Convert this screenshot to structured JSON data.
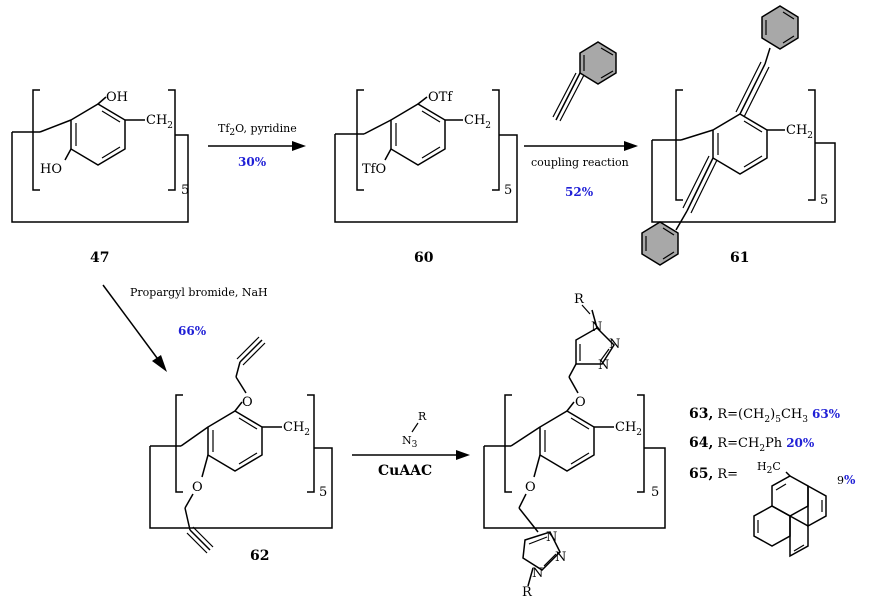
{
  "compounds": {
    "c47": {
      "label": "47",
      "oh_top": "OH",
      "oh_bottom": "HO",
      "ch2": "CH",
      "ch2_sub": "2",
      "n": "5"
    },
    "c60": {
      "label": "60",
      "otf_top": "OTf",
      "otf_bottom": "TfO",
      "ch2": "CH",
      "ch2_sub": "2",
      "n": "5"
    },
    "c61": {
      "label": "61",
      "ch2": "CH",
      "ch2_sub": "2",
      "n": "5"
    },
    "c62": {
      "label": "62",
      "o_top": "O",
      "o_bottom": "O",
      "ch2": "CH",
      "ch2_sub": "2",
      "n": "5"
    },
    "c63_65": {
      "r_top": "R",
      "r_bottom": "R",
      "o_top": "O",
      "o_bottom": "O",
      "ch2": "CH",
      "ch2_sub": "2",
      "n": "5",
      "n1": "N",
      "n2": "N",
      "n3": "N"
    }
  },
  "reactions": {
    "r1": {
      "reagent_a": "Tf",
      "reagent_sub": "2",
      "reagent_b": "O, pyridine",
      "yield": "30%"
    },
    "r2": {
      "condition": "coupling reaction",
      "yield": "52%"
    },
    "r3": {
      "reagent": "Propargyl bromide, NaH",
      "yield": "66%"
    },
    "r4": {
      "azide_r": "R",
      "azide_n": "N",
      "azide_sub": "3",
      "method": "CuAAC"
    }
  },
  "products": [
    {
      "id": "63,",
      "r_text": "R=(CH",
      "r_sub1": "2",
      "r_mid": ")",
      "r_sub2": "5",
      "r_end": "CH",
      "r_sub3": "3",
      "yield": "63%"
    },
    {
      "id": "64,",
      "r_text": "R=CH",
      "r_sub1": "2",
      "r_end": "Ph",
      "yield": "20%"
    },
    {
      "id": "65,",
      "r_text": "R=",
      "pyrene_ch2": "H",
      "pyrene_sub": "2",
      "pyrene_c": "C",
      "yield_num": "9",
      "yield_pct": "%"
    }
  ],
  "colors": {
    "yield": "#1f1fd6",
    "phenyl_fill": "#a8a8a8"
  }
}
